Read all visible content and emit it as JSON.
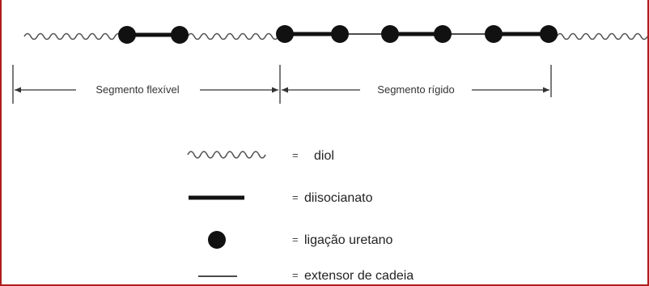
{
  "segments": {
    "flexible_label": "Segmento flexível",
    "rigid_label": "Segmento rígido"
  },
  "legend": {
    "equals": "=",
    "items": [
      {
        "symbol": "wavy-line",
        "label": "diol"
      },
      {
        "symbol": "thick-line",
        "label": "diisocianato"
      },
      {
        "symbol": "dot",
        "label": "ligação uretano"
      },
      {
        "symbol": "thin-line",
        "label": "extensor de cadeia"
      }
    ]
  },
  "colors": {
    "border": "#b01c1c",
    "ink": "#111111",
    "wave": "#555555"
  }
}
